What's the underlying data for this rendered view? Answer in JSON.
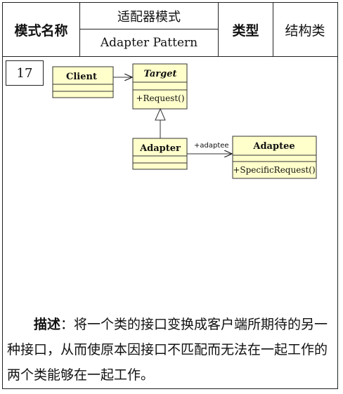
{
  "header": {
    "mode_name_label": "模式名称",
    "pattern_name_cn": "适配器模式",
    "pattern_name_en": "Adapter Pattern",
    "type_label": "类型",
    "type_value": "结构类"
  },
  "number": "17",
  "diagram": {
    "classes": {
      "client": {
        "name": "Client"
      },
      "target": {
        "name": "Target",
        "method": "+Request()"
      },
      "adapter": {
        "name": "Adapter"
      },
      "adaptee": {
        "name": "Adaptee",
        "method": "+SpecificRequest()"
      }
    },
    "association_label": "+adaptee"
  },
  "description": {
    "label": "描述",
    "colon": "：",
    "text": "将一个类的接口变换成客户端所期待的另一种接口，从而使原本因接口不匹配而无法在一起工作的两个类能够在一起工作。"
  }
}
